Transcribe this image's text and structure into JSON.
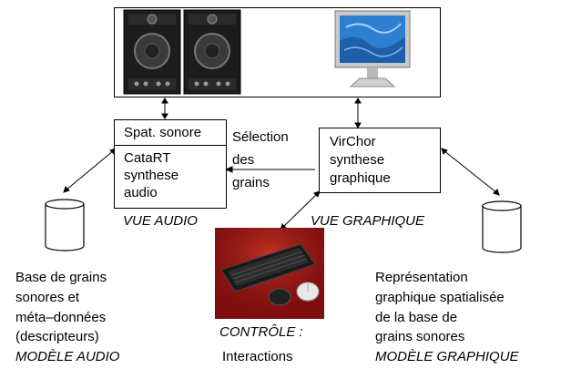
{
  "audio_module": {
    "top_label": "Spat. sonore",
    "lines": [
      "CataRT",
      "synthese",
      "audio"
    ],
    "caption": "VUE AUDIO"
  },
  "graphic_module": {
    "lines": [
      "VirChor",
      "synthese",
      "graphique"
    ],
    "caption": "VUE GRAPHIQUE"
  },
  "selection_label": [
    "Sélection",
    "des",
    "grains"
  ],
  "audio_database": {
    "lines": [
      "Base de grains",
      "sonores et",
      "méta–données",
      "(descripteurs)"
    ],
    "caption": "MODÈLE AUDIO"
  },
  "graphic_database": {
    "lines": [
      "Représentation",
      "graphique spatialisée",
      "de la base de",
      "grains sonores"
    ],
    "caption": "MODÈLE GRAPHIQUE"
  },
  "control": {
    "caption": "CONTRÔLE :",
    "sublabel": "Interactions"
  },
  "colors": {
    "speaker_body": "#1c1c1c",
    "speaker_cone": "#3a3a3a",
    "monitor_screen": "#2f7fd0",
    "control_background": "#8b1010"
  },
  "icons": [
    "speaker-icon",
    "monitor-icon",
    "database-icon",
    "keyboard-icon",
    "mouse-icon"
  ]
}
